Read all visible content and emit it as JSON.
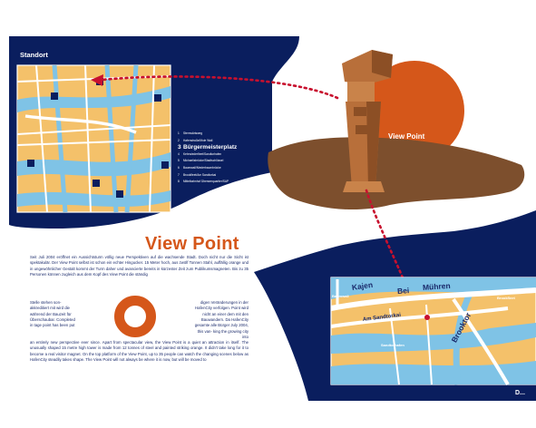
{
  "map_top": {
    "label": "Standort",
    "legend": [
      {
        "num": "1",
        "text": "Sternwärtsweg",
        "big": false
      },
      {
        "num": "2",
        "text": "Hafenstraße/Mole Wall",
        "big": false
      },
      {
        "num": "3",
        "text": "Bürgermeisterplatz",
        "big": true
      },
      {
        "num": "4",
        "text": "Kehrwiederfleet/Sandtorhafen",
        "big": false
      },
      {
        "num": "5",
        "text": "Michaelisbrücke/Stadtschlüssel",
        "big": false
      },
      {
        "num": "6",
        "text": "Baumwall/Niederbaumbrücke",
        "big": false
      },
      {
        "num": "7",
        "text": "Brookfleet/Am Sandtorkai",
        "big": false
      },
      {
        "num": "8",
        "text": "Mittelbahnhof Überseequartier/SAP",
        "big": false
      }
    ]
  },
  "tower": {
    "label": "View Point"
  },
  "article": {
    "title": "View Point",
    "intro": "Seit Juli 2004 eröffnet ein Aussichtsturm völlig neue Perspektiven auf die wachsende Stadt. Doch nicht nur die Sicht ist spektakulär. Der View Point selbst ist schon ein echter Hingucker. 15 Meter hoch, aus zwölf Tonnen Stahl, auffällig orange und in ungewöhnlicher Gestalt kommt der Turm daher und avancierte bereits in kürzester Zeit zum Publikumsmagneten. Bis zu 35 Personen können zugleich aus dem Kopf des View Point die ständig",
    "left_col": "Stelle stehen son­akkreditiert mit wird die während der Bauzeit für Überschaubar. Completed in tage point has been put",
    "right_col": "digen Veränderungen in der HafenCity verfolgen. Point wird nicht an einer dem mit den Bauwandern. Da HafenCity gesamte alle Bürger July 2004, this van- king the growing city into",
    "bottom": "an entirely new perspective ever since. Apart from spectacular view, the View Point is a quiet an attraction in itself. The unusually shaped 15 metre high tower is made from 12 tonnes of steel and painted striking orange. It didn't take long for it to become a real visitor magnet. On the top platform of the View Point, up to 35 people can watch the changing scenes below as HafenCity steadily takes shape. The View Point will not always be where it is now, but will be moved to"
  },
  "map_bottom": {
    "streets": [
      "Kajen",
      "Bei",
      "Mühren",
      "Brooktor",
      "Am Sandtorkai",
      "Sandtorhafen",
      "Baumwall",
      "Brookfleet"
    ],
    "corner_label": "D..."
  },
  "colors": {
    "navy": "#0a1e5e",
    "orange": "#d5571a",
    "tower": "#b86f3a",
    "ground": "#7d4f2d",
    "water": "#7fc3e6",
    "land": "#f4c16a",
    "route": "#c8102e"
  }
}
